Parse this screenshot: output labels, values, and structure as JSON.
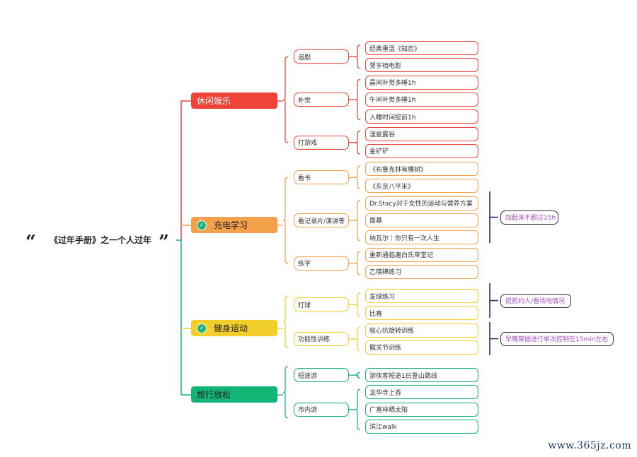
{
  "root": {
    "title": "《过年手册》之一个人过年",
    "open_quote": "“",
    "close_quote": "”"
  },
  "colors": {
    "leisure": "#f04338",
    "study": "#f5a04a",
    "fitness": "#f2cf2a",
    "travel": "#13b576",
    "note_line": "#3b2a6e",
    "note_text": "#a54fc0"
  },
  "branches": [
    {
      "label": "休闲娱乐",
      "checked": false,
      "color_key": "leisure",
      "groups": [
        {
          "label": "追剧",
          "items": [
            "经典重温《知否》",
            "贺岁档电影"
          ]
        },
        {
          "label": "补觉",
          "items": [
            "晨间补觉多睡1h",
            "午间补觉多睡1h",
            "入睡时间提前1h"
          ]
        },
        {
          "label": "打游戏",
          "items": [
            "滏星露谷",
            "金铲铲"
          ]
        }
      ]
    },
    {
      "label": "充电学习",
      "checked": true,
      "color_key": "study",
      "groups": [
        {
          "label": "看书",
          "items": [
            "《布鲁克林有棵树》",
            "《东京八平米》"
          ]
        },
        {
          "label": "看记录片/演讲等",
          "items": [
            "Dr.Stacy对于女性的运动与营养方案",
            "面基",
            "纳瓦尔｜你只有一次人生"
          ]
        },
        {
          "label": "练字",
          "items": [
            "重新通临遍白氏草堂记",
            "乙瑛碑练习"
          ]
        }
      ]
    },
    {
      "label": "健身运动",
      "checked": true,
      "color_key": "fitness",
      "groups": [
        {
          "label": "打球",
          "items": [
            "发球练习",
            "比赛"
          ]
        },
        {
          "label": "功能性训练",
          "items": [
            "核心抗旋转训练",
            "髋关节训练"
          ]
        }
      ]
    },
    {
      "label": "旅行放松",
      "checked": false,
      "color_key": "travel",
      "groups": [
        {
          "label": "短途游",
          "items": [
            "游侠客短途1日登山路线"
          ]
        },
        {
          "label": "市内游",
          "items": [
            "龙华寺上香",
            "广富林晒太阳",
            "滨江walk"
          ]
        }
      ]
    }
  ],
  "notes": [
    {
      "text": "加起来不超过15h"
    },
    {
      "text": "提前约人/看场地情况"
    },
    {
      "text": "早晚穿插进行单次控制在15min左右"
    }
  ],
  "watermark": "www.365jz.com"
}
